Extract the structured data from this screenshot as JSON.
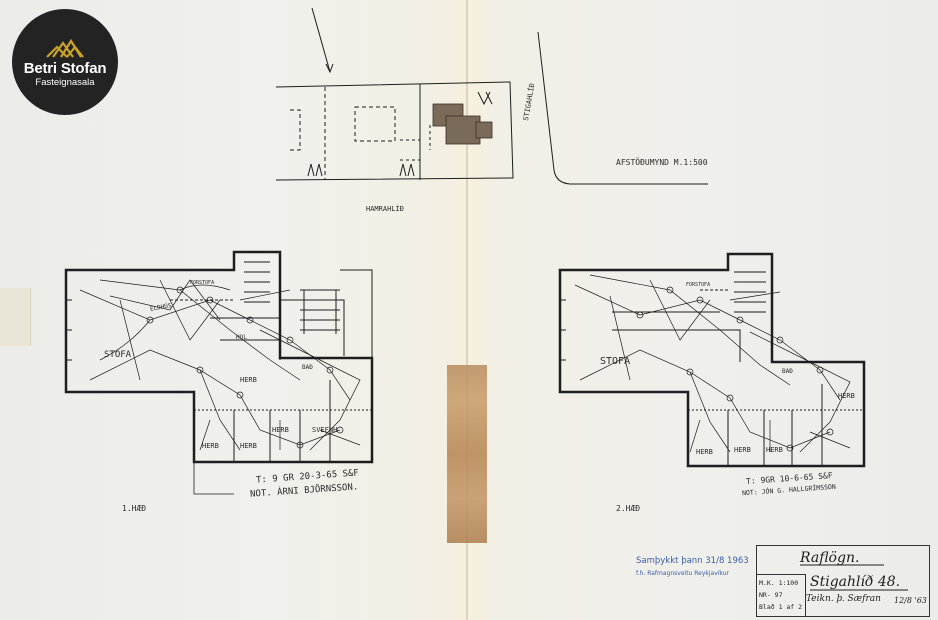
{
  "logo": {
    "name": "Betri Stofan",
    "subtitle": "Fasteignasala"
  },
  "site_plan": {
    "street_right": "STIGAHLÍÐ",
    "street_bottom": "HAMRAHLÍÐ",
    "scale_label": "AFSTÖÐUMYND M.1:500"
  },
  "floor1": {
    "label": "1.HÆÐ",
    "rooms": {
      "stofa": "STOFA",
      "eldhus": "ELDHÚS",
      "hol": "HOL",
      "herb1": "HERB",
      "herb2": "HERB",
      "herb3": "HERB",
      "herb4": "HERB",
      "svefnh": "SVEFNH",
      "bad": "BAÐ",
      "forst": "FORSTOFA"
    },
    "note1": "T: 9 GR 20-3-65 S&F",
    "note2": "NOT. ÁRNI BJÖRNSSON."
  },
  "floor2": {
    "label": "2.HÆÐ",
    "rooms": {
      "stofa": "STOFA",
      "herb1": "HERB",
      "herb2": "HERB",
      "herb3": "HERB",
      "herb4": "HERB",
      "bad": "BAÐ",
      "forst": "FORSTOFA"
    },
    "note1": "T: 9GR 10-6-65 S&F",
    "note2": "NOT: JÓN G. HALLGRÍMSSON"
  },
  "stamp": {
    "line1": "Samþykkt þann 31/8 1963",
    "line2": "f.h. Rafmagnsveitu Reykjavíkur"
  },
  "title_block": {
    "title": "Raflögn.",
    "address": "Stigahlíð 48.",
    "drawn_by": "Teikn. þ. Sæfran",
    "date": "12/8 '63",
    "mk": "M.K. 1:100",
    "nr": "NR- 97",
    "sheet": "Blað 1 af 2"
  },
  "colors": {
    "paper": "#efefec",
    "ink": "#1e1e1e",
    "stamp": "#3d5ea8",
    "tape": "#b88b5c",
    "logo_bg": "#232323"
  }
}
